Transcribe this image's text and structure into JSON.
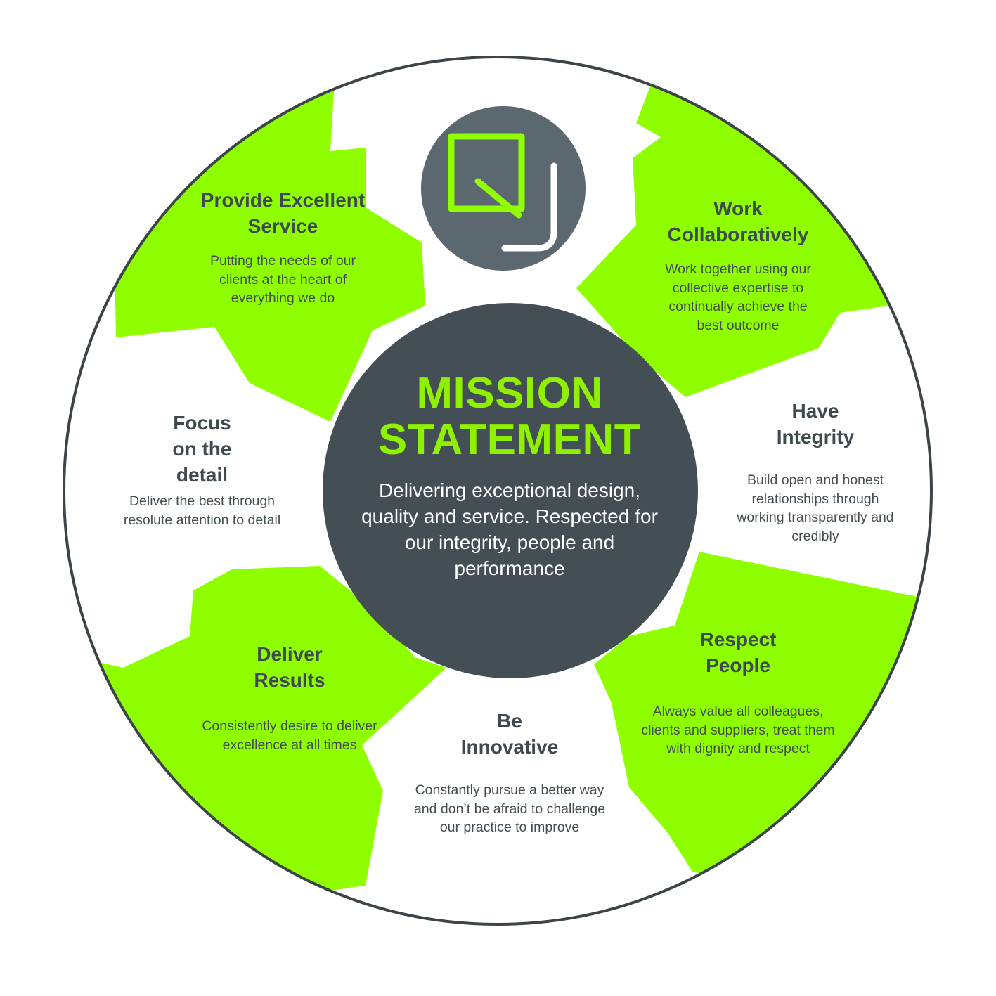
{
  "colors": {
    "accent_green": "#8fff00",
    "dark_slate": "#434f55",
    "logo_circle": "#5b6870",
    "ring_border": "#3d4448"
  },
  "logo": {
    "letters": "QJ",
    "icon": "qj-logo-icon"
  },
  "mission": {
    "title": "MISSION STATEMENT",
    "text": "Delivering exceptional design, quality and service. Respected for our integrity, people and performance"
  },
  "values": [
    {
      "title": "Provide Excellent Service",
      "description": "Putting the needs of our clients at the heart of everything we do"
    },
    {
      "title": "Work Collaboratively",
      "description": "Work together using our collective expertise to continually achieve the best outcome"
    },
    {
      "title": "Have Integrity",
      "description": "Build open and honest relationships through working transparently and credibly"
    },
    {
      "title": "Respect People",
      "description": "Always value all colleagues, clients and suppliers, treat them with dignity and respect"
    },
    {
      "title": "Be Innovative",
      "description": "Constantly pursue a better way and don’t be afraid to challenge our practice to improve"
    },
    {
      "title": "Deliver Results",
      "description": "Consistently desire to deliver excellence at all times"
    },
    {
      "title": "Focus on the detail",
      "description": "Deliver the best through resolute attention to detail"
    }
  ]
}
